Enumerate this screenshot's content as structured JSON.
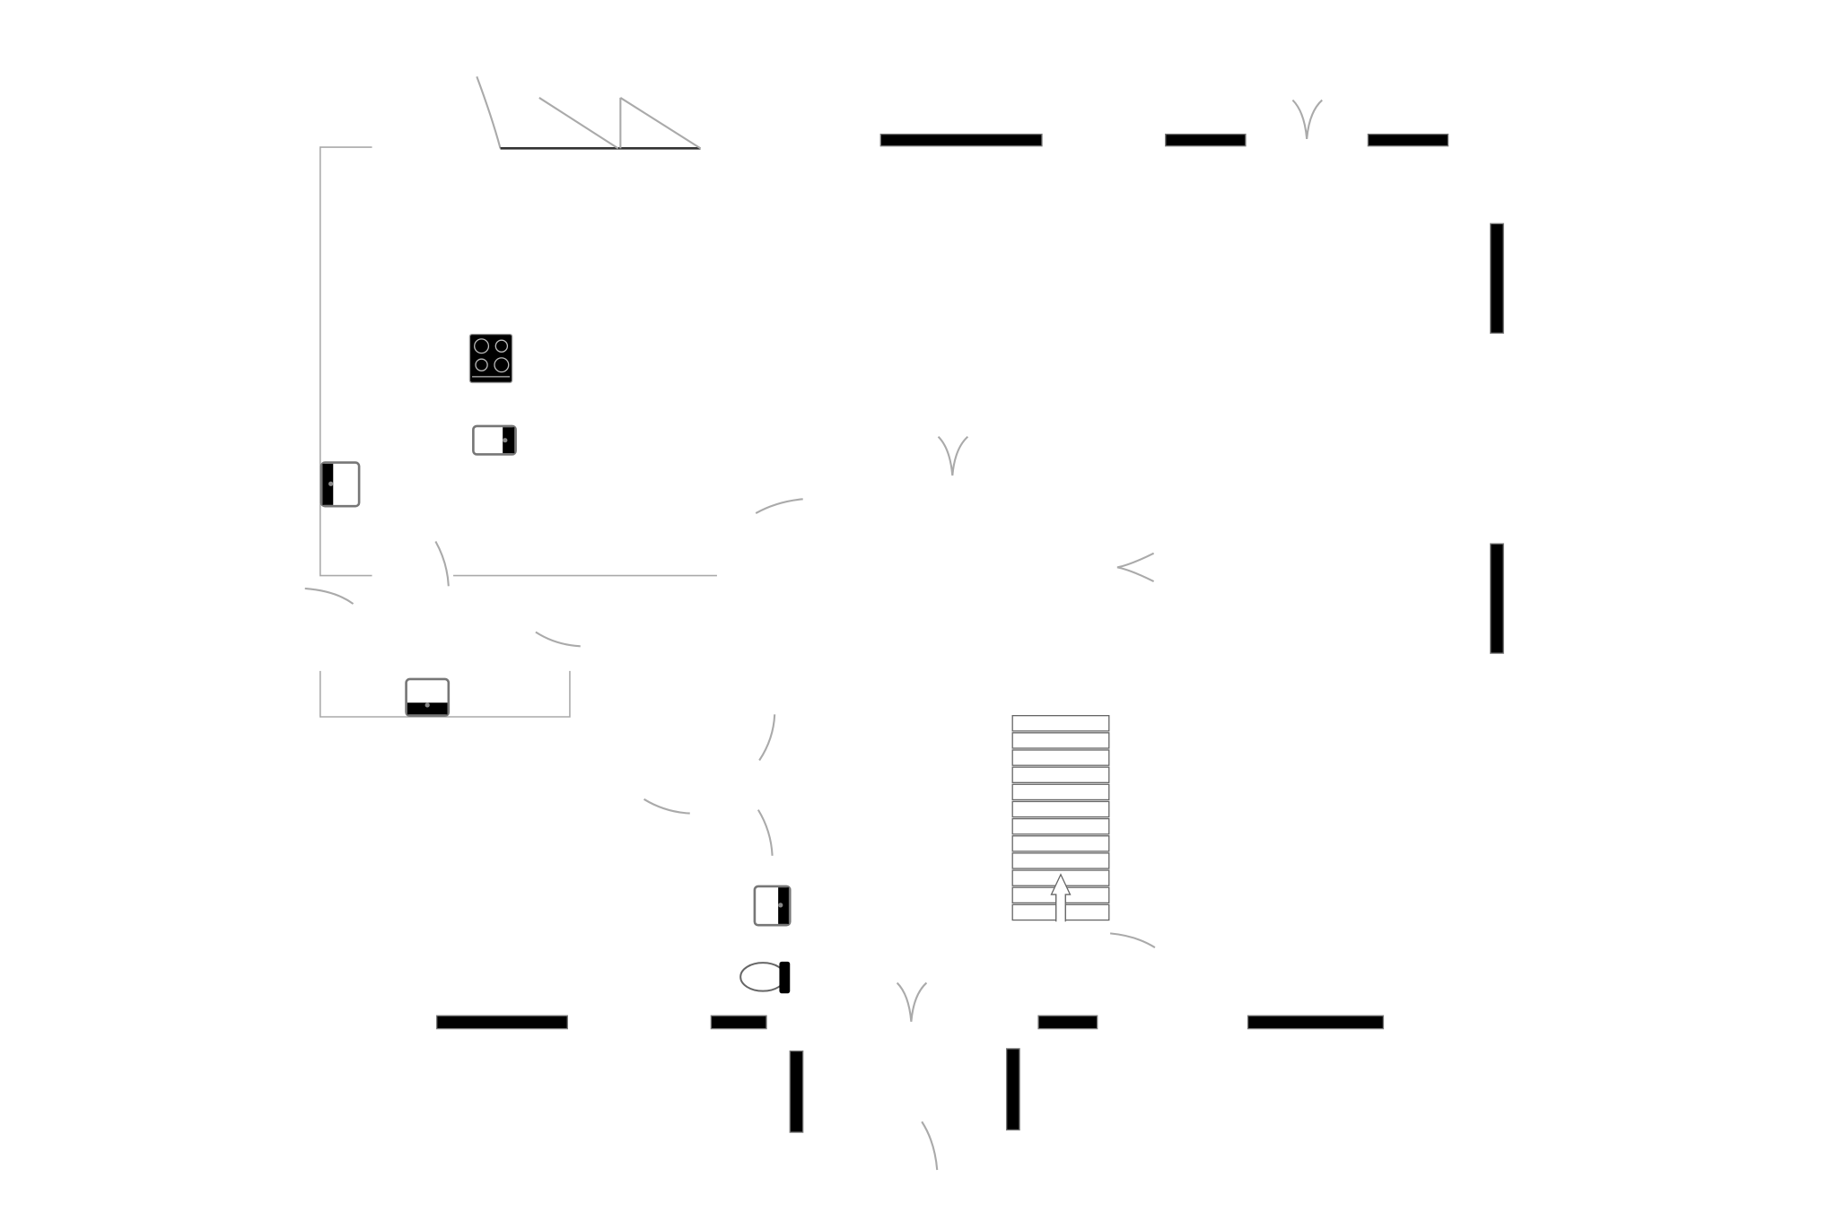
{
  "diagram": {
    "type": "floor-plan",
    "colors": {
      "wall": "#000000",
      "partition": "#aaaaaa",
      "background": "#ffffff"
    },
    "fixtures": [
      "stove-icon",
      "sink-icon",
      "sink-icon",
      "sink-icon",
      "sink-icon",
      "toilet-icon",
      "staircase"
    ],
    "stair_steps": 12
  }
}
